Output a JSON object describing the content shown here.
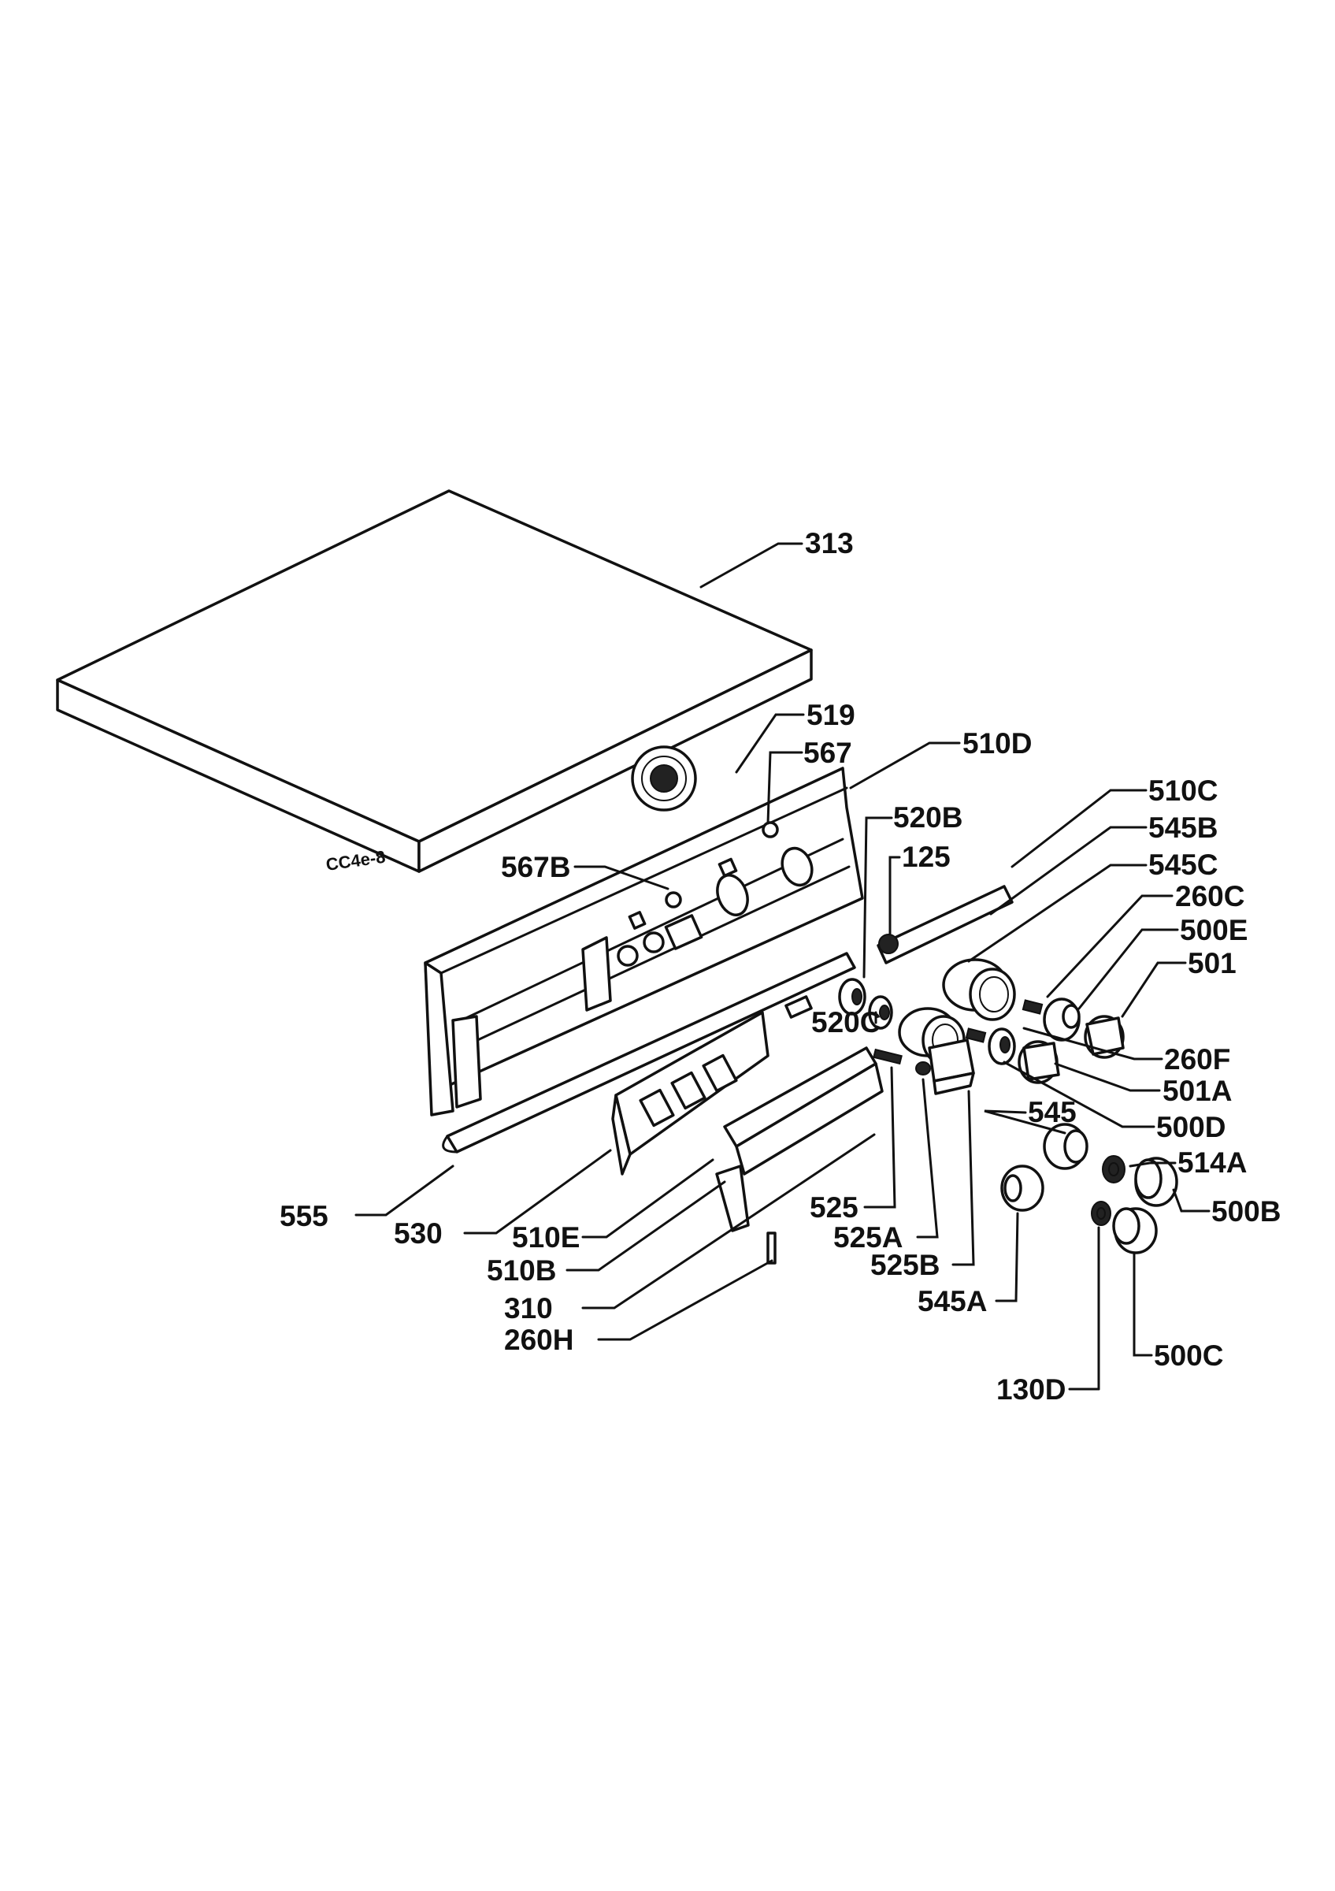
{
  "drawing_code": "CC4e-8",
  "labels": [
    {
      "id": "313",
      "text": "313"
    },
    {
      "id": "519",
      "text": "519"
    },
    {
      "id": "567",
      "text": "567"
    },
    {
      "id": "510D",
      "text": "510D"
    },
    {
      "id": "567B",
      "text": "567B"
    },
    {
      "id": "520B",
      "text": "520B"
    },
    {
      "id": "125",
      "text": "125"
    },
    {
      "id": "510C",
      "text": "510C"
    },
    {
      "id": "545B",
      "text": "545B"
    },
    {
      "id": "545C",
      "text": "545C"
    },
    {
      "id": "260C",
      "text": "260C"
    },
    {
      "id": "500E",
      "text": "500E"
    },
    {
      "id": "501",
      "text": "501"
    },
    {
      "id": "520C",
      "text": "520C"
    },
    {
      "id": "260F",
      "text": "260F"
    },
    {
      "id": "501A",
      "text": "501A"
    },
    {
      "id": "500D",
      "text": "500D"
    },
    {
      "id": "545",
      "text": "545"
    },
    {
      "id": "514A",
      "text": "514A"
    },
    {
      "id": "500B",
      "text": "500B"
    },
    {
      "id": "555",
      "text": "555"
    },
    {
      "id": "530",
      "text": "530"
    },
    {
      "id": "510E",
      "text": "510E"
    },
    {
      "id": "510B",
      "text": "510B"
    },
    {
      "id": "310",
      "text": "310"
    },
    {
      "id": "260H",
      "text": "260H"
    },
    {
      "id": "525",
      "text": "525"
    },
    {
      "id": "525A",
      "text": "525A"
    },
    {
      "id": "525B",
      "text": "525B"
    },
    {
      "id": "545A",
      "text": "545A"
    },
    {
      "id": "500C",
      "text": "500C"
    },
    {
      "id": "130D",
      "text": "130D"
    }
  ]
}
